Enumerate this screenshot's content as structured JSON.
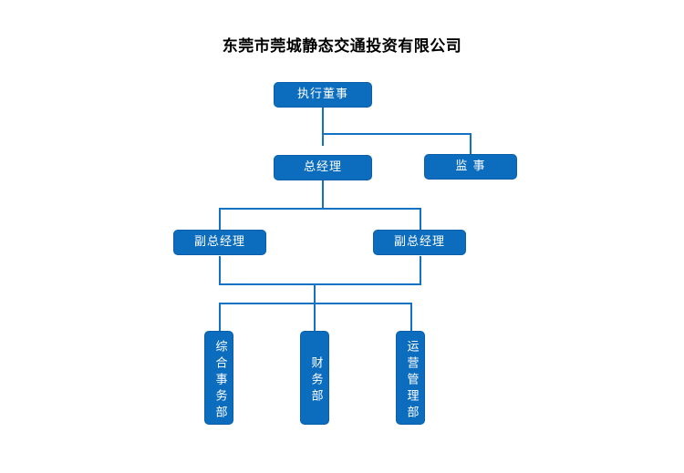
{
  "chart_data": {
    "type": "diagram",
    "diagram_kind": "org-chart",
    "title": "东莞市莞城静态交通投资有限公司",
    "orientation": "top-down",
    "colors": {
      "node_fill": "#0C6DBF",
      "node_border": "#0A5FA8",
      "node_text": "#FFFFFF",
      "connector": "#1273C6",
      "title_text": "#000000",
      "background": "#FFFFFF"
    },
    "nodes": [
      {
        "id": "executive-director",
        "label": "执行董事",
        "level": 0,
        "text_direction": "horizontal"
      },
      {
        "id": "general-manager",
        "label": "总经理",
        "level": 1,
        "text_direction": "horizontal"
      },
      {
        "id": "supervisor",
        "label": "监 事",
        "level": 1,
        "text_direction": "horizontal"
      },
      {
        "id": "deputy-general-manager-left",
        "label": "副总经理",
        "level": 2,
        "text_direction": "horizontal"
      },
      {
        "id": "deputy-general-manager-right",
        "label": "副总经理",
        "level": 2,
        "text_direction": "horizontal"
      },
      {
        "id": "general-affairs-department",
        "label": "综合事务部",
        "level": 3,
        "text_direction": "vertical"
      },
      {
        "id": "finance-department",
        "label": "财务部",
        "level": 3,
        "text_direction": "vertical"
      },
      {
        "id": "operations-management-department",
        "label": "运营管理部",
        "level": 3,
        "text_direction": "vertical"
      }
    ],
    "edges": [
      {
        "from": "executive-director",
        "to": "general-manager"
      },
      {
        "from": "executive-director",
        "to": "supervisor"
      },
      {
        "from": "general-manager",
        "to": "deputy-general-manager-left"
      },
      {
        "from": "general-manager",
        "to": "deputy-general-manager-right"
      },
      {
        "from": "deputy-general-manager-left",
        "to": "general-affairs-department"
      },
      {
        "from": "deputy-general-manager-left",
        "to": "finance-department"
      },
      {
        "from": "deputy-general-manager-left",
        "to": "operations-management-department"
      },
      {
        "from": "deputy-general-manager-right",
        "to": "general-affairs-department"
      },
      {
        "from": "deputy-general-manager-right",
        "to": "finance-department"
      },
      {
        "from": "deputy-general-manager-right",
        "to": "operations-management-department"
      }
    ]
  }
}
